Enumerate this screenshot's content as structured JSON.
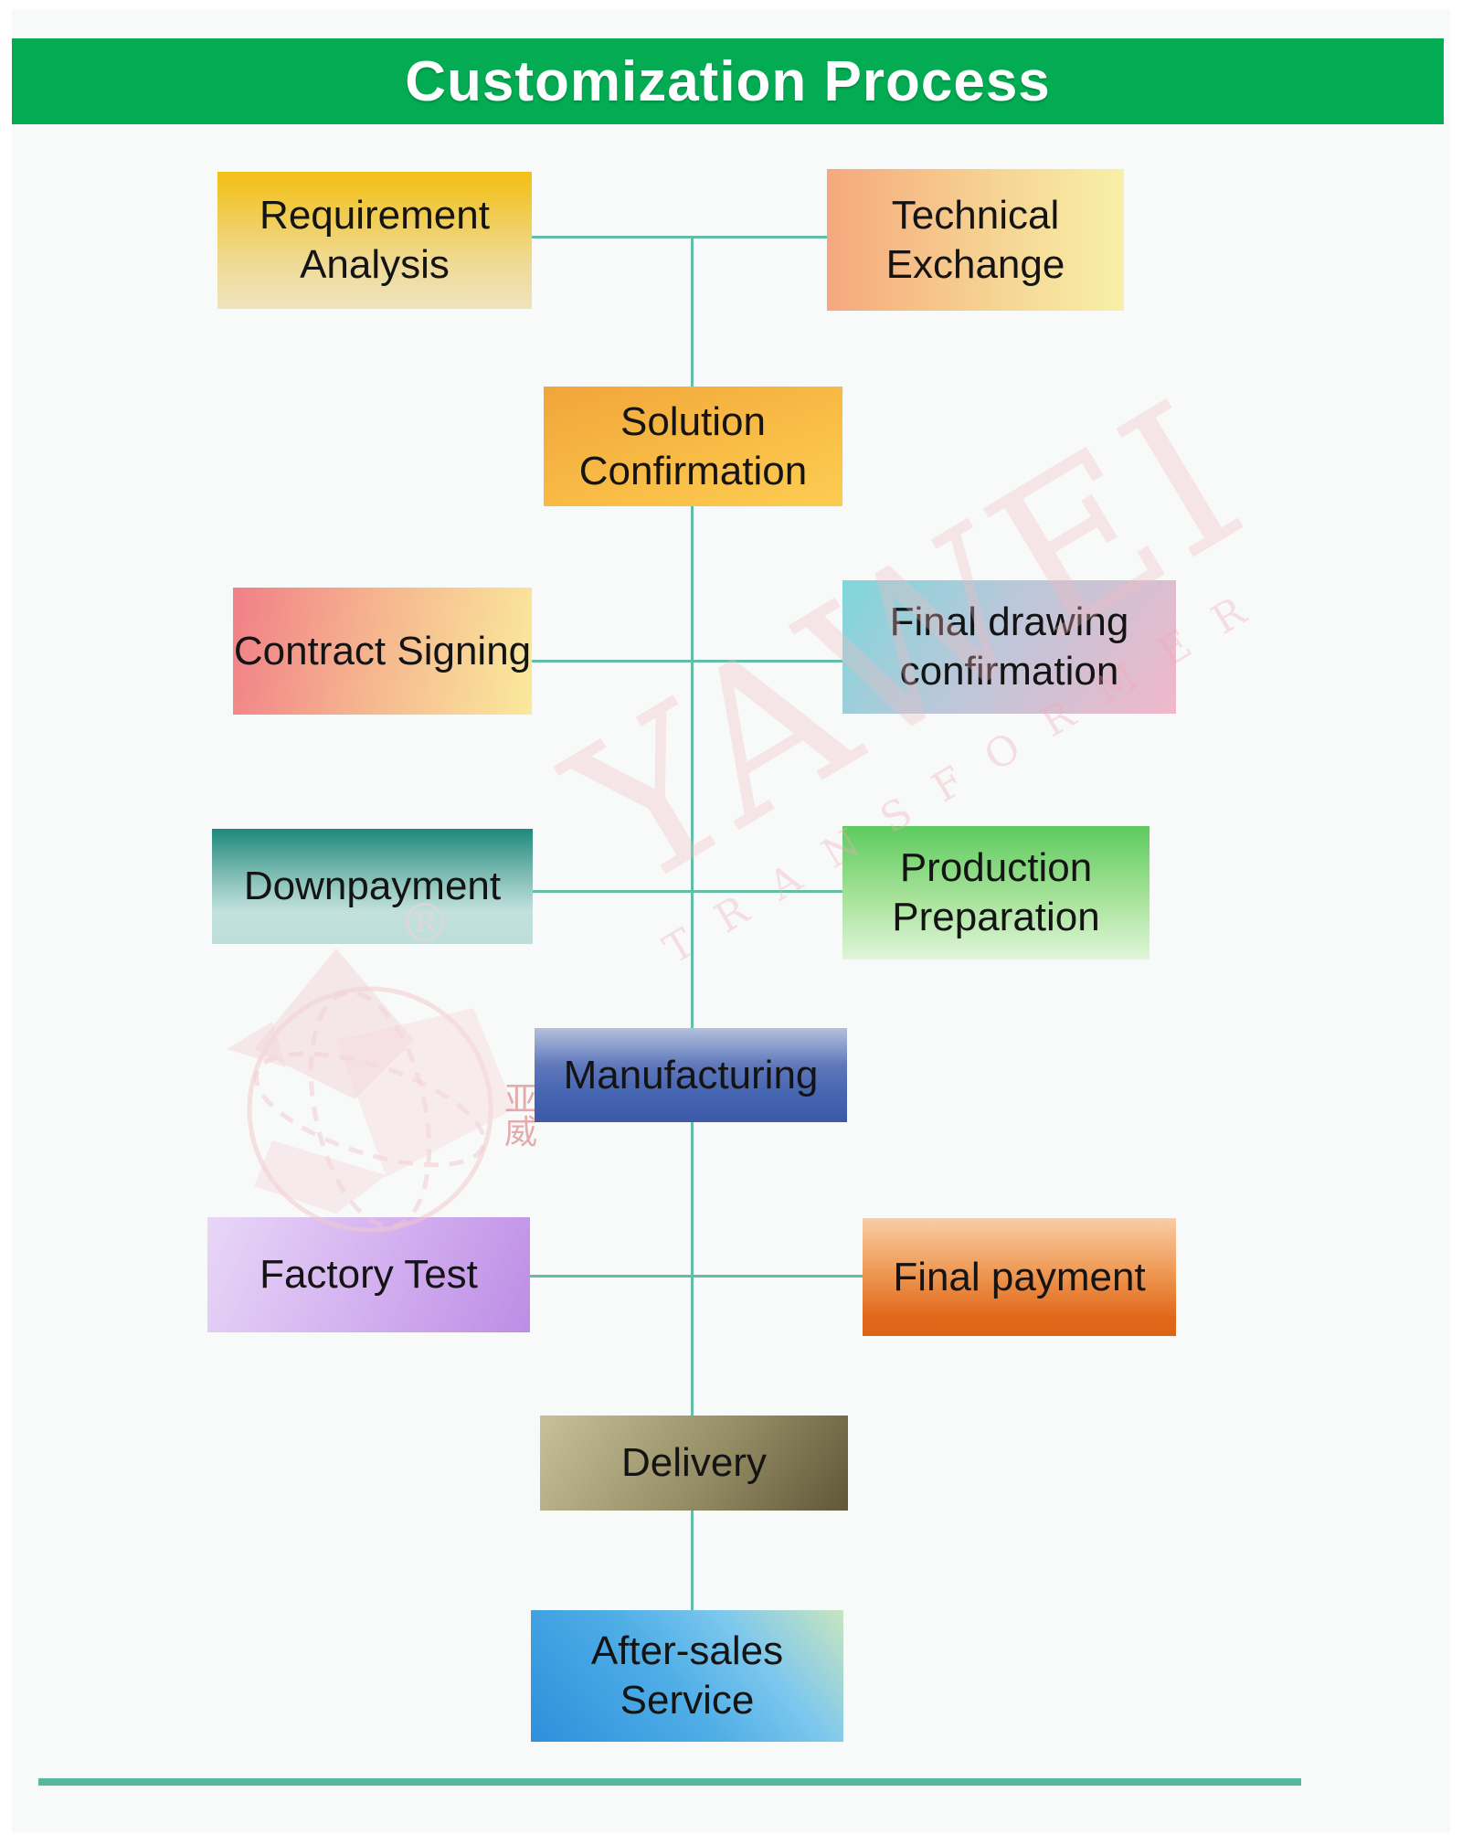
{
  "header": {
    "title": "Customization Process",
    "bg_color": "#03AB52",
    "text_color": "#FFFFFF"
  },
  "flow": {
    "connector_color": "#62BEA9",
    "nodes": [
      {
        "id": "requirement-analysis",
        "label": "Requirement Analysis",
        "colors": [
          "#F2C11C",
          "#EFE3BD"
        ]
      },
      {
        "id": "technical-exchange",
        "label": "Technical Exchange",
        "colors": [
          "#F5A87D",
          "#F8F0A8"
        ]
      },
      {
        "id": "solution-confirmation",
        "label": "Solution Confirmation",
        "colors": [
          "#F1A53A",
          "#FCCC52"
        ]
      },
      {
        "id": "contract-signing",
        "label": "Contract Signing",
        "colors": [
          "#F17F88",
          "#FAE99C"
        ]
      },
      {
        "id": "final-drawing-confirmation",
        "label": "Final drawing confirmation",
        "colors": [
          "#7ED6DB",
          "#F2B7CA"
        ]
      },
      {
        "id": "downpayment",
        "label": "Downpayment",
        "colors": [
          "#1F887C",
          "#BEDEDA"
        ]
      },
      {
        "id": "production-preparation",
        "label": "Production Preparation",
        "colors": [
          "#5DCB5E",
          "#E0F5DA"
        ]
      },
      {
        "id": "manufacturing",
        "label": "Manufacturing",
        "colors": [
          "#B3C1DC",
          "#3D59A8"
        ]
      },
      {
        "id": "factory-test",
        "label": "Factory Test",
        "colors": [
          "#E8D7F7",
          "#BD8DE5"
        ]
      },
      {
        "id": "final-payment",
        "label": "Final payment",
        "colors": [
          "#F8CDA7",
          "#DE6314"
        ]
      },
      {
        "id": "delivery",
        "label": "Delivery",
        "colors": [
          "#C8C098",
          "#5F5839"
        ]
      },
      {
        "id": "after-sales-service",
        "label": "After-sales Service",
        "colors": [
          "#2E8FDB",
          "#C9E5C0"
        ]
      }
    ]
  },
  "watermark": {
    "brand": "YAWEI",
    "subtext": "TRANSFORMER",
    "registered": "®",
    "seal_top": "亚",
    "seal_bottom": "威"
  },
  "footer": {
    "rule_color": "#57B8A1"
  }
}
